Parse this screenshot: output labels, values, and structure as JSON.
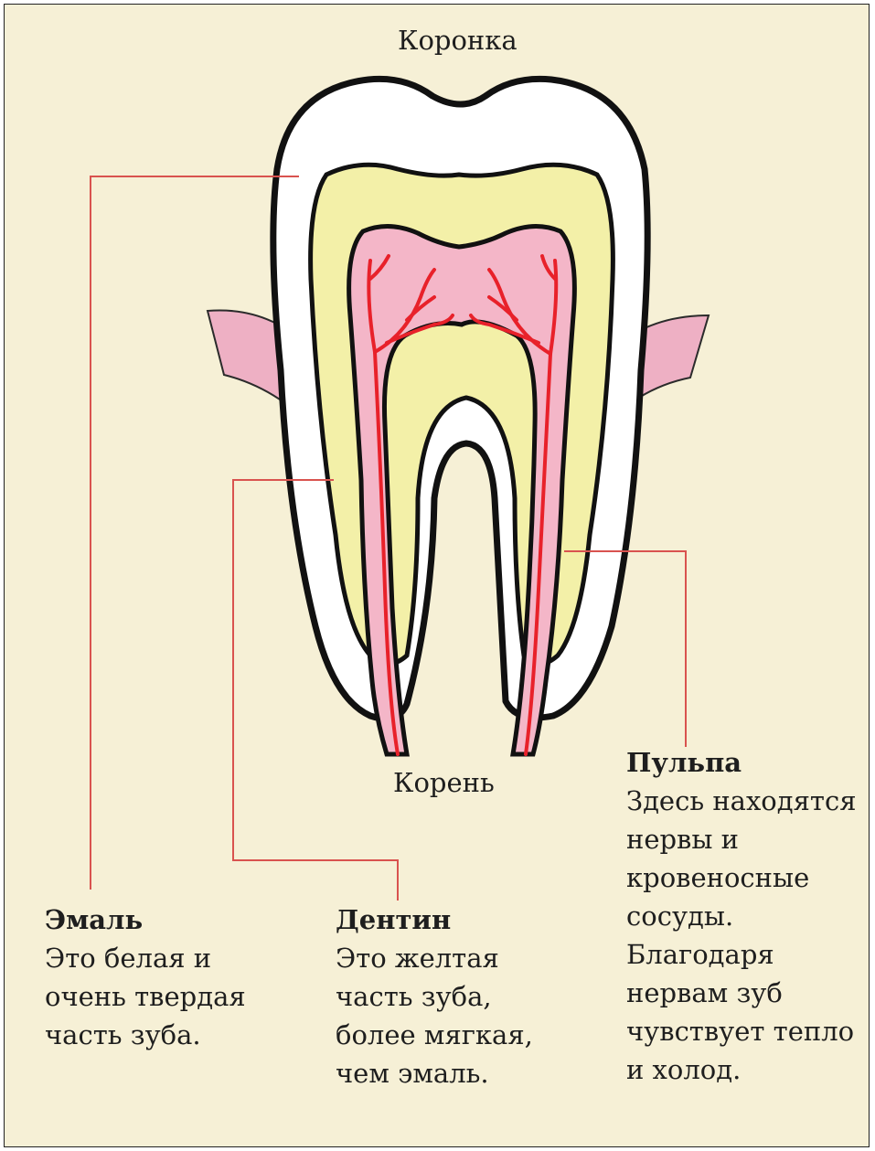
{
  "labels": {
    "crown": "Коронка",
    "root": "Корень"
  },
  "enamel": {
    "title": "Эмаль",
    "lines": [
      "Это белая и",
      "очень твердая",
      "часть зуба."
    ]
  },
  "dentin": {
    "title": "Дентин",
    "lines": [
      "Это желтая",
      "часть зуба,",
      "более мягкая,",
      "чем эмаль."
    ]
  },
  "pulp": {
    "title": "Пульпа",
    "lines": [
      "Здесь находятся",
      "нервы и",
      "кровеносные",
      "сосуды.",
      "Благодаря",
      "нервам зуб",
      "чувствует тепло",
      "и холод."
    ]
  },
  "colors": {
    "background": "#f6f0d6",
    "enamel": "#ffffff",
    "dentin": "#f3f0a8",
    "pulp": "#f4b6c8",
    "gum": "#eeb0c4",
    "vessels": "#e8212a",
    "leader_lines": "#d9534f"
  }
}
